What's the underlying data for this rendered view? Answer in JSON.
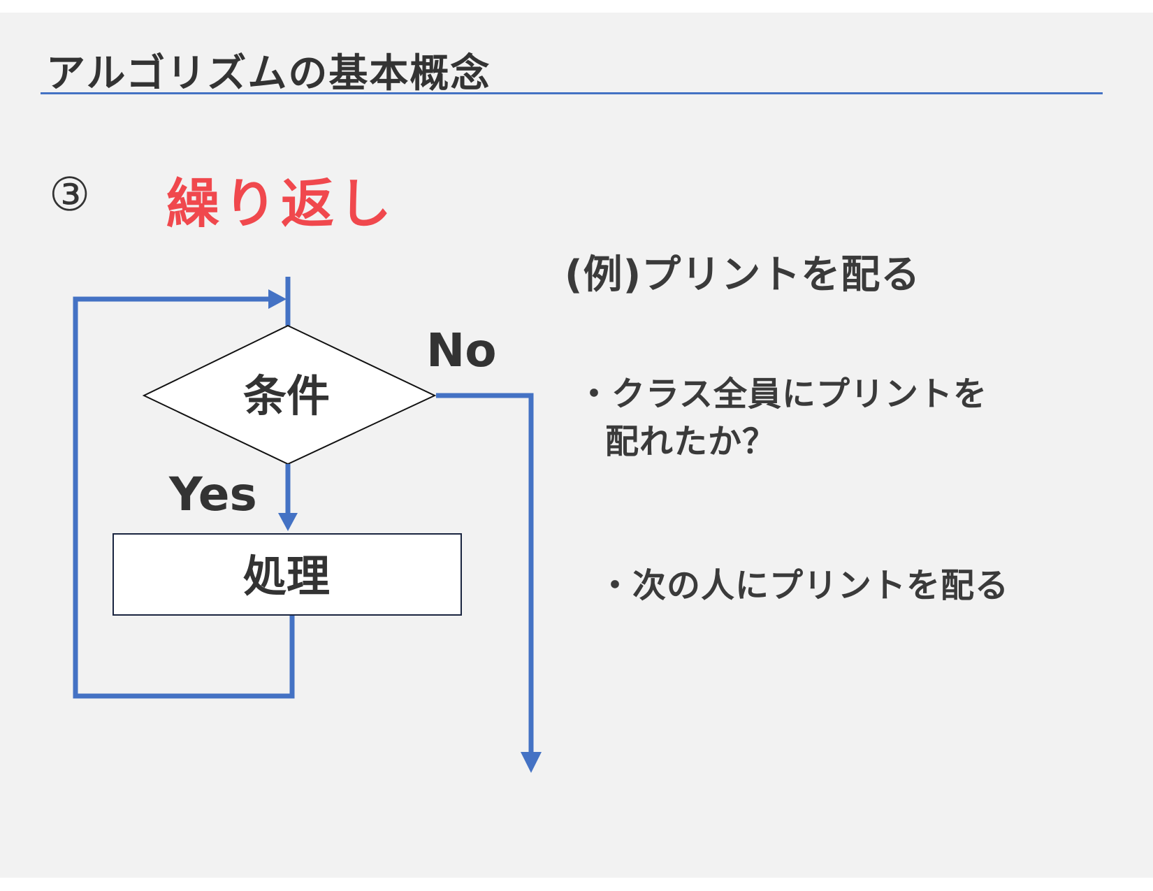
{
  "title": "アルゴリズムの基本概念",
  "heading": {
    "number": "③",
    "text": "繰り返し"
  },
  "flowchart": {
    "condition_label": "条件",
    "process_label": "処理",
    "yes_label": "Yes",
    "no_label": "No"
  },
  "example": {
    "title": "(例)プリントを配る",
    "bullet_1_line_1": "・クラス全員にプリントを",
    "bullet_1_line_2": "配れたか？",
    "bullet_2": "・次の人にプリントを配る"
  },
  "colors": {
    "accent_blue": "#4472c4",
    "heading_red": "#f0484d",
    "text": "#333333",
    "background": "#f2f2f2"
  }
}
